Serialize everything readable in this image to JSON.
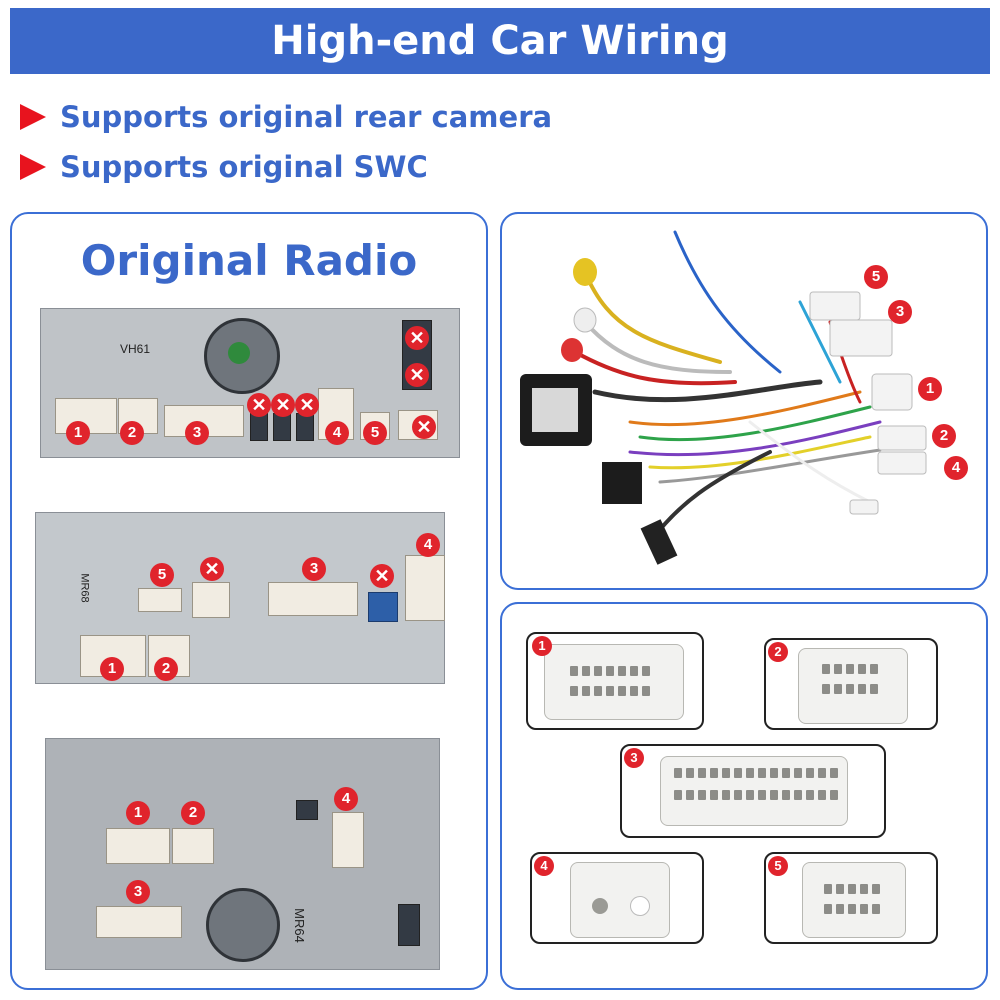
{
  "header": {
    "title": "High-end Car Wiring"
  },
  "features": [
    {
      "text": "Supports original rear camera"
    },
    {
      "text": "Supports original SWC"
    }
  ],
  "left_panel": {
    "title": "Original Radio",
    "unit1": {
      "label": "VH61"
    },
    "unit2": {
      "label": "MR68"
    },
    "unit3": {
      "label": "MR64"
    }
  },
  "badges": {
    "n1": "1",
    "n2": "2",
    "n3": "3",
    "n4": "4",
    "n5": "5",
    "x": "✕"
  },
  "colors": {
    "accent": "#3b68c9",
    "marker": "#e0242c",
    "panel_border": "#3b6fd6"
  }
}
